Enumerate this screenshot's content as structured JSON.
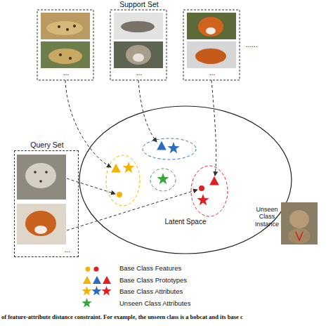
{
  "diagram": {
    "caption": "of feature-attribute distance constraint. For example, the unseen class is a bobcat and its base c",
    "nodes": [
      {
        "text": [
          "Support Set"
        ]
      },
      {
        "text": [
          "Query Set"
        ]
      },
      {
        "text": [
          "Latent Space"
        ]
      }
    ],
    "labels": [
      "Unseen Class Instance",
      "......",
      "...",
      "...",
      "...",
      "..."
    ],
    "legend": [
      {
        "text": "Base Class Features"
      },
      {
        "text": "Base Class Prototypes"
      },
      {
        "text": "Base Class Attributes"
      },
      {
        "text": "Unseen Class Attributes"
      }
    ]
  }
}
